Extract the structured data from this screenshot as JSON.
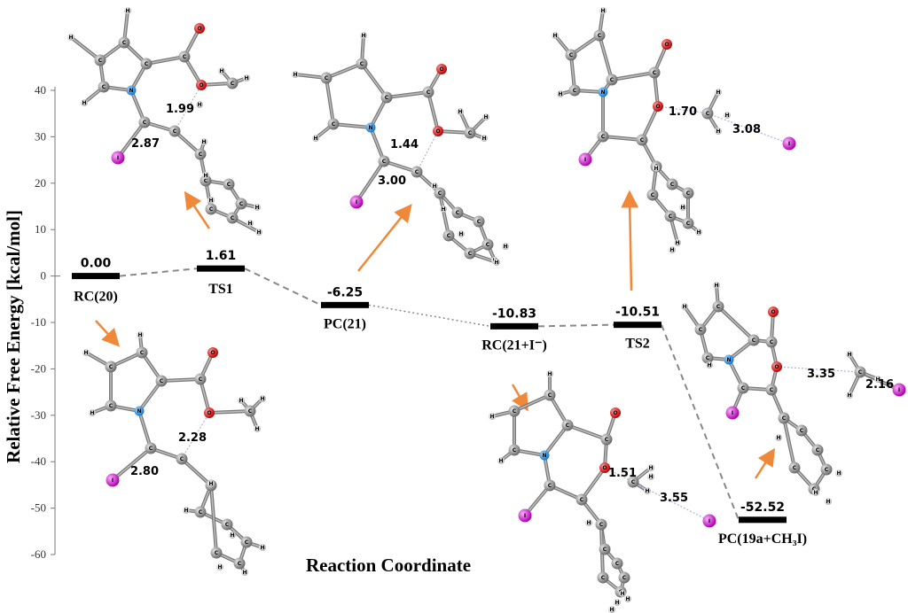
{
  "chart_data": {
    "type": "energy-profile",
    "title": "",
    "xlabel": "Reaction Coordinate",
    "ylabel": "Relative Free Energy [kcal/mol]",
    "ylim": [
      -60,
      40
    ],
    "yticks": [
      40,
      30,
      20,
      10,
      0,
      -10,
      -20,
      -30,
      -40,
      -50,
      -60
    ],
    "grid": false,
    "states": [
      {
        "label": "RC(20)",
        "value": 0.0,
        "value_text": "0.00"
      },
      {
        "label": "TS1",
        "value": 1.61,
        "value_text": "1.61"
      },
      {
        "label": "PC(21)",
        "value": -6.25,
        "value_text": "-6.25"
      },
      {
        "label": "RC(21+I⁻)",
        "value": -10.83,
        "value_text": "-10.83"
      },
      {
        "label": "TS2",
        "value": -10.51,
        "value_text": "-10.51"
      },
      {
        "label": "PC(19a+CH₃I)",
        "value": -52.52,
        "value_text": "-52.52"
      }
    ],
    "connectors": [
      {
        "from": 0,
        "to": 1,
        "style": "dashed"
      },
      {
        "from": 1,
        "to": 2,
        "style": "dashed"
      },
      {
        "from": 2,
        "to": 3,
        "style": "dotted"
      },
      {
        "from": 3,
        "to": 4,
        "style": "dashed"
      },
      {
        "from": 4,
        "to": 5,
        "style": "dashed"
      }
    ],
    "distance_labels": [
      "1.99",
      "2.87",
      "2.28",
      "2.80",
      "1.44",
      "3.00",
      "1.70",
      "3.08",
      "1.51",
      "3.55",
      "3.35",
      "2.16"
    ],
    "colors": {
      "arrow": "#f0883a",
      "carbon": "#8a8a8a",
      "nitrogen": "#1e8fe0",
      "oxygen": "#e01010",
      "iodine": "#d020d0",
      "hydrogen": "#e6e6e6"
    }
  }
}
